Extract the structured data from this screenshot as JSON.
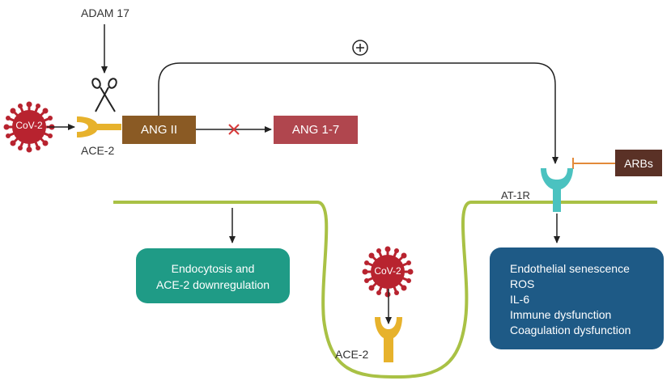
{
  "labels": {
    "adam17": "ADAM 17",
    "cov2_left": "CoV-2",
    "ace2_left": "ACE-2",
    "ang2": "ANG II",
    "ang17": "ANG 1-7",
    "plus": "+",
    "arbs": "ARBs",
    "at1r": "AT-1R",
    "cov2_center": "CoV-2",
    "ace2_center": "ACE-2"
  },
  "endocytosis_box": {
    "line1": "Endocytosis and",
    "line2": "ACE-2 downregulation"
  },
  "effects_box": {
    "items": [
      "Endothelial senescence",
      "ROS",
      "IL-6",
      "Immune dysfunction",
      "Coagulation dysfunction"
    ]
  },
  "colors": {
    "virus": "#b8232f",
    "receptor_ace2": "#e7b22c",
    "ang2": "#8a5a24",
    "ang17": "#b0464e",
    "arbs": "#5a3126",
    "at1r": "#4bc2c0",
    "membrane": "#a9c145",
    "endocytosis": "#1f9b86",
    "effects": "#1e5a86",
    "inhibit": "#e38a3a",
    "block_x": "#d63a3a"
  }
}
